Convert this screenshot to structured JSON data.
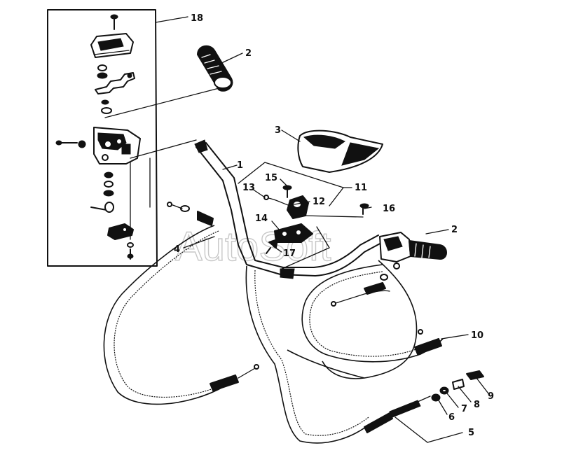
{
  "watermark": "AutoSoft",
  "labels": {
    "l1": "1",
    "l2a": "2",
    "l2b": "2",
    "l3": "3",
    "l4": "4",
    "l5": "5",
    "l6": "6",
    "l7": "7",
    "l8": "8",
    "l9": "9",
    "l10": "10",
    "l11": "11",
    "l12": "12",
    "l13": "13",
    "l14": "14",
    "l15": "15",
    "l16": "16",
    "l17": "17",
    "l18": "18"
  }
}
